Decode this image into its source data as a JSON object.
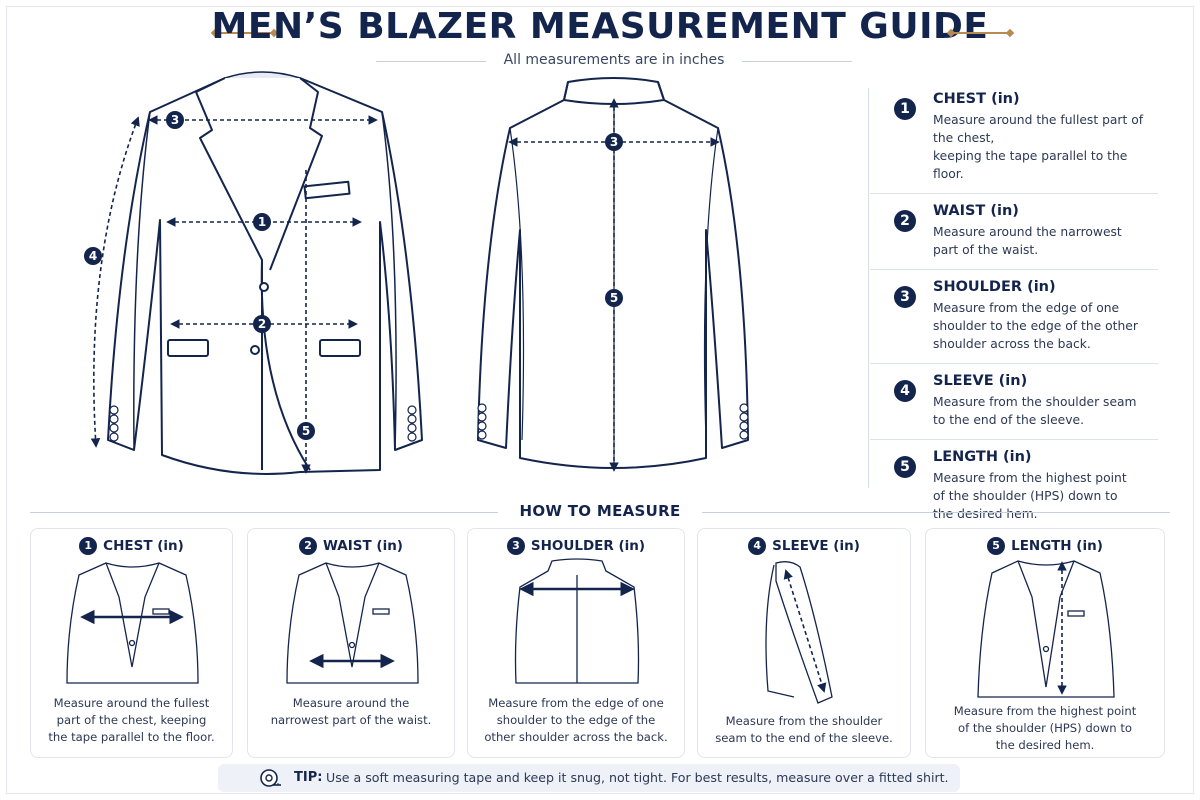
{
  "header": {
    "title": "MEN’S BLAZER MEASUREMENT GUIDE",
    "subtitle": "All measurements are in inches"
  },
  "colors": {
    "navy": "#14254d",
    "accent": "#b88a52",
    "line": "#c9cfdc"
  },
  "diagram": {
    "markers": [
      "1",
      "2",
      "3",
      "4",
      "5"
    ]
  },
  "guide": [
    {
      "num": "1",
      "heading": "CHEST (in)",
      "desc1": "Measure around the fullest part of the chest,",
      "desc2": "keeping the tape parallel to the floor.",
      "desc3": ""
    },
    {
      "num": "2",
      "heading": "WAIST (in)",
      "desc1": "Measure around the narrowest",
      "desc2": "part of the waist.",
      "desc3": ""
    },
    {
      "num": "3",
      "heading": "SHOULDER (in)",
      "desc1": "Measure from the edge of one",
      "desc2": "shoulder to the edge of the other",
      "desc3": "shoulder across the back."
    },
    {
      "num": "4",
      "heading": "SLEEVE (in)",
      "desc1": "Measure from the shoulder seam",
      "desc2": "to the end of the sleeve.",
      "desc3": ""
    },
    {
      "num": "5",
      "heading": "LENGTH (in)",
      "desc1": "Measure from the highest point",
      "desc2": "of the shoulder (HPS) down to",
      "desc3": "the desired hem."
    }
  ],
  "how_to": {
    "title": "HOW TO MEASURE",
    "cards": [
      {
        "num": "1",
        "heading": "CHEST (in)",
        "lines": [
          "Measure around the fullest",
          "part of the chest, keeping",
          "the tape parallel to the floor."
        ]
      },
      {
        "num": "2",
        "heading": "WAIST (in)",
        "lines": [
          "Measure around the",
          "narrowest part of the waist.",
          ""
        ]
      },
      {
        "num": "3",
        "heading": "SHOULDER (in)",
        "lines": [
          "Measure from the edge of one",
          "shoulder to the edge of the",
          "other shoulder across the back."
        ]
      },
      {
        "num": "4",
        "heading": "SLEEVE (in)",
        "lines": [
          "Measure from the shoulder",
          "seam to the end of the sleeve.",
          ""
        ]
      },
      {
        "num": "5",
        "heading": "LENGTH (in)",
        "lines": [
          "Measure from the highest point",
          "of the shoulder (HPS) down to",
          "the desired hem."
        ]
      }
    ]
  },
  "tip": {
    "label": "TIP:",
    "text": "Use a soft measuring tape and keep it snug, not tight. For best results, measure over a fitted shirt.",
    "icon": "measuring-tape-icon"
  }
}
